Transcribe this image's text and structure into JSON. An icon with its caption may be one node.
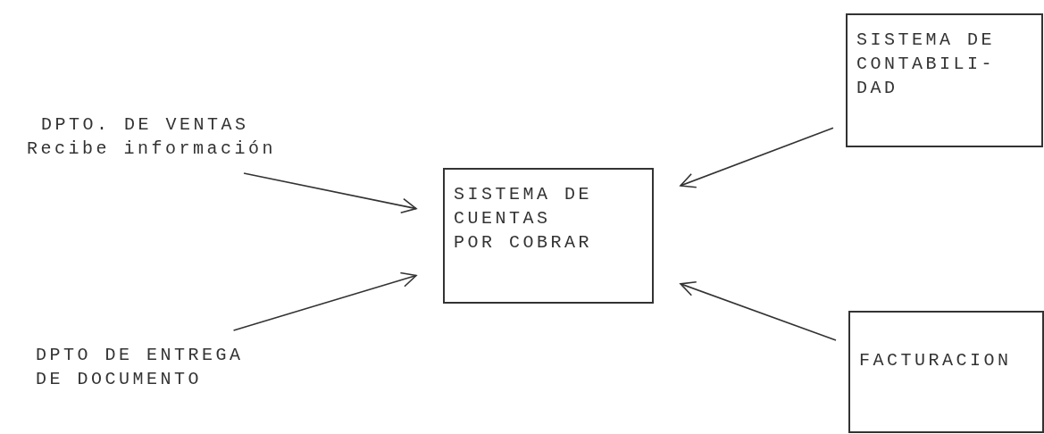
{
  "diagram": {
    "nodes": [
      {
        "text": [
          "DPTO. DE VENTAS",
          "Recibe información"
        ]
      },
      {
        "text": [
          "SISTEMA DE CONTABILI- DAD"
        ]
      },
      {
        "text": [
          "SISTEMA DE CUENTAS POR COBRAR"
        ]
      },
      {
        "text": [
          "DPTO DE ENTREGA DE DOCUMENTO"
        ]
      },
      {
        "text": [
          "FACTURACION"
        ]
      }
    ],
    "edges": [
      {
        "from": 0,
        "to": 2,
        "arrow": "to"
      },
      {
        "from": 1,
        "to": 2,
        "arrow": "to"
      },
      {
        "from": 3,
        "to": 2,
        "arrow": "to"
      },
      {
        "from": 4,
        "to": 2,
        "arrow": "to"
      }
    ]
  }
}
